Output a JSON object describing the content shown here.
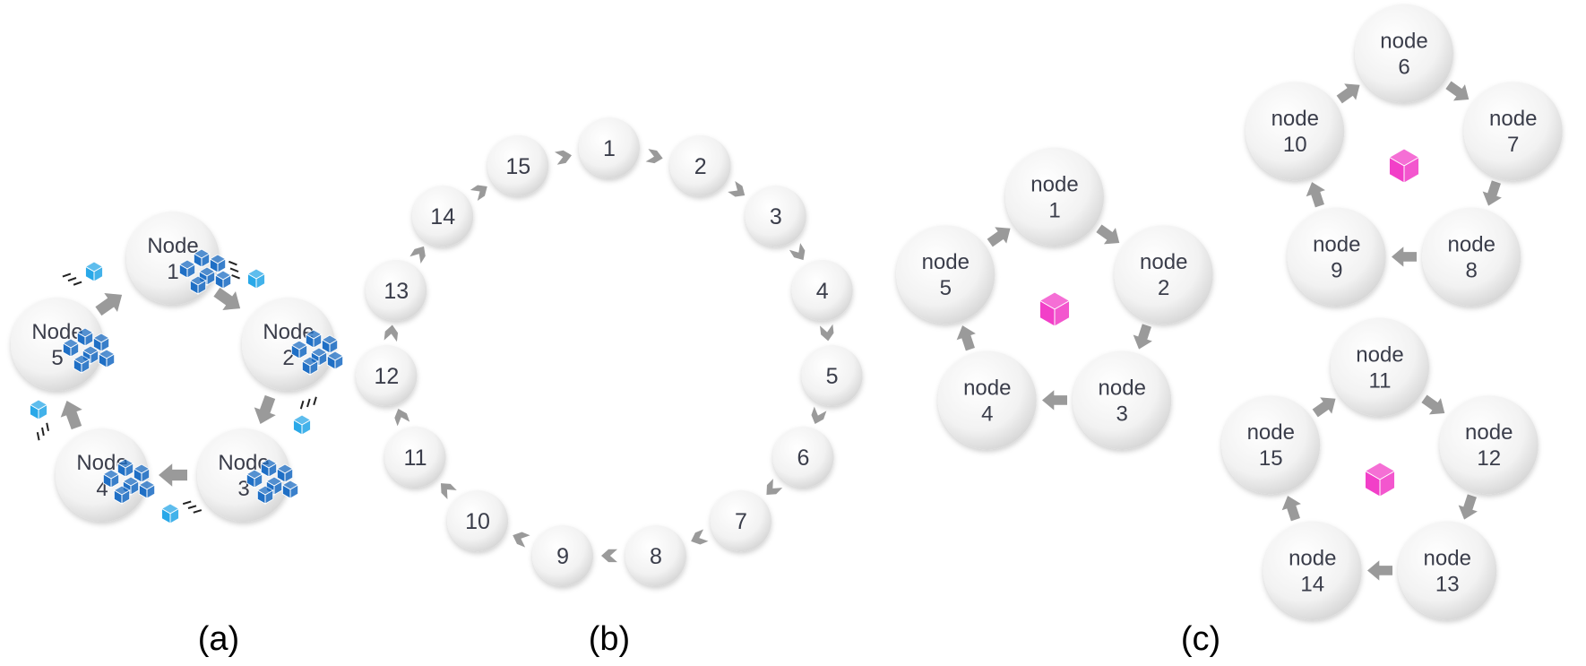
{
  "colors": {
    "node_fill_center": "#ffffff",
    "node_fill_edge": "#d9d9d9",
    "arrow": "#9a9a9a",
    "text": "#3a3d4a",
    "blue_cube": "#1f6fc5",
    "light_cube": "#29a8e8",
    "pink_cube": "#f23fc8"
  },
  "panel_a": {
    "caption": "(a)",
    "nodes": [
      {
        "word": "Node",
        "num": "1"
      },
      {
        "word": "Node",
        "num": "2"
      },
      {
        "word": "Node",
        "num": "3"
      },
      {
        "word": "Node",
        "num": "4"
      },
      {
        "word": "Node",
        "num": "5"
      }
    ]
  },
  "panel_b": {
    "caption": "(b)",
    "nodes": [
      "1",
      "2",
      "3",
      "4",
      "5",
      "6",
      "7",
      "8",
      "9",
      "10",
      "11",
      "12",
      "13",
      "14",
      "15"
    ]
  },
  "panel_c": {
    "caption": "(c)",
    "rings": [
      {
        "nodes": [
          {
            "word": "node",
            "num": "1"
          },
          {
            "word": "node",
            "num": "2"
          },
          {
            "word": "node",
            "num": "3"
          },
          {
            "word": "node",
            "num": "4"
          },
          {
            "word": "node",
            "num": "5"
          }
        ]
      },
      {
        "nodes": [
          {
            "word": "node",
            "num": "6"
          },
          {
            "word": "node",
            "num": "7"
          },
          {
            "word": "node",
            "num": "8"
          },
          {
            "word": "node",
            "num": "9"
          },
          {
            "word": "node",
            "num": "10"
          }
        ]
      },
      {
        "nodes": [
          {
            "word": "node",
            "num": "11"
          },
          {
            "word": "node",
            "num": "12"
          },
          {
            "word": "node",
            "num": "13"
          },
          {
            "word": "node",
            "num": "14"
          },
          {
            "word": "node",
            "num": "15"
          }
        ]
      }
    ]
  }
}
